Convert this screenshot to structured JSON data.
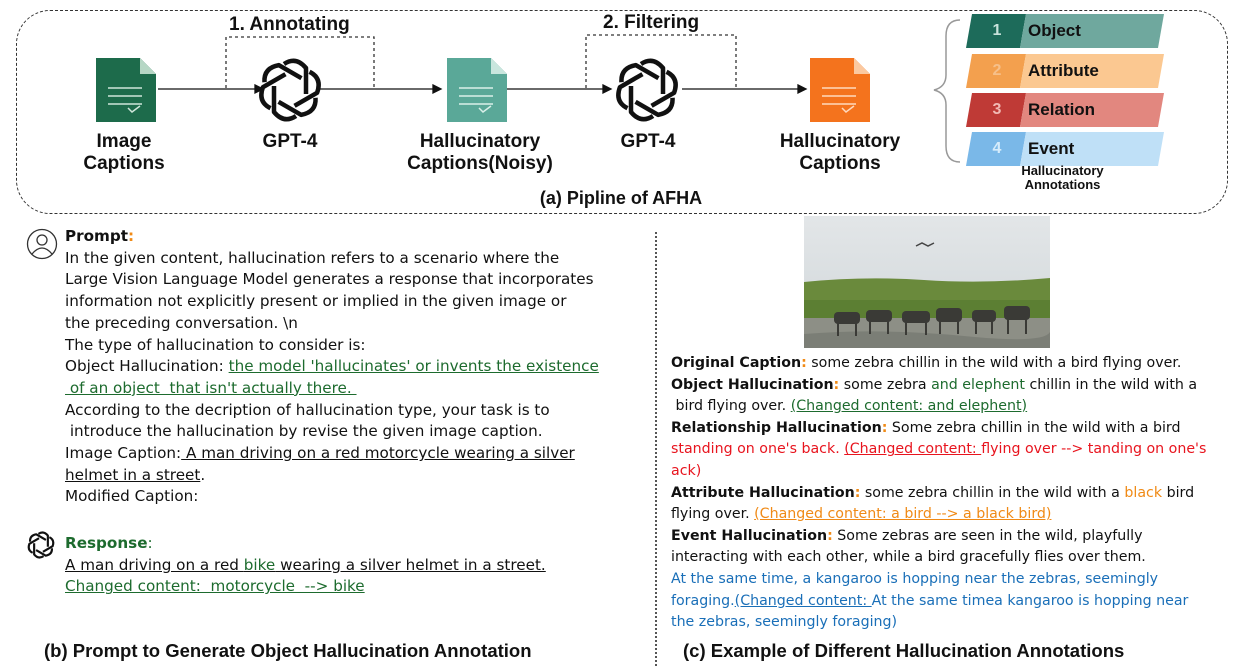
{
  "pipeline": {
    "step1": "1. Annotating",
    "step2": "2. Filtering",
    "node_image": "Image\nCaptions",
    "node_gpt4a": "GPT-4",
    "node_noisy": "Hallucinatory\nCaptions(Noisy)",
    "node_gpt4b": "GPT-4",
    "node_final": "Hallucinatory\nCaptions",
    "caption": "(a) Pipline of AFHA",
    "annotations_label": "Hallucinatory\nAnnotations",
    "tags": [
      {
        "num": "1",
        "label": "Object",
        "num_color": "#c9e3dc",
        "dark": "#1d6b5a",
        "light": "#6fa89e"
      },
      {
        "num": "2",
        "label": "Attribute",
        "num_color": "#f6c08a",
        "dark": "#f3a04e",
        "light": "#fbc891"
      },
      {
        "num": "3",
        "label": "Relation",
        "num_color": "#f1b9b4",
        "dark": "#bf3a36",
        "light": "#e2877f"
      },
      {
        "num": "4",
        "label": "Event",
        "num_color": "#d6ecfb",
        "dark": "#7ab8e8",
        "light": "#bfe0f7"
      }
    ]
  },
  "prompt_panel": {
    "prompt_title": "Prompt",
    "prompt_colon": ":",
    "lines": [
      "In the given content, hallucination refers to a scenario where the",
      "Large Vision Language Model generates a response that incorporates",
      "information not explicitly present or implied in the given image or",
      "the preceding conversation. \\n",
      "The type of hallucination to consider is:"
    ],
    "obj_hall_prefix": "Object Hallucination: ",
    "obj_hall_def_1": "the model 'hallucinates' or invents the existence",
    "obj_hall_def_2": " of an object  that isn't actually there. ",
    "task_1": "According to the decription of hallucination type, your task is to",
    "task_2": " introduce the hallucination by revise the given image caption.",
    "image_caption_prefix": "Image Caption:",
    "image_caption_1": " A man driving on a red motorcycle wearing a silver",
    "image_caption_2": "helmet in a street",
    "image_caption_end": ".",
    "modified_caption": "Modified Caption:",
    "response_title": "Response",
    "response_colon": ":",
    "response_a": "A man driving on a red ",
    "response_b": "bike",
    "response_c": " wearing a silver helmet in a street.",
    "changed": "Changed content:  motorcycle  --> bike",
    "caption": "(b) Prompt to Generate Object Hallucination Annotation"
  },
  "example_panel": {
    "original_label": "Original Caption",
    "original_text": " some zebra chillin in the wild with a bird flying over.",
    "object_label": "Object Hallucination",
    "object_text_a": " some zebra ",
    "object_text_b": "and elephent",
    "object_text_c": " chillin in the wild with a",
    "object_text_d": " bird flying over. ",
    "object_changed": "(Changed content: and elephent)",
    "relation_label": "Relationship Hallucination",
    "relation_text_a": " Some zebra chillin in the wild with a bird",
    "relation_text_b": "standing on one's back. ",
    "relation_changed_a": "(Changed content: ",
    "relation_changed_b": "flying over --> tanding on one's",
    "relation_changed_c": "ack)",
    "attribute_label": "Attribute Hallucination",
    "attribute_text_a": " some zebra chillin in the wild with a ",
    "attribute_text_b": "black",
    "attribute_text_c": " bird",
    "attribute_text_d": "flying over. ",
    "attribute_changed": "(Changed content: a bird --> a black bird)",
    "event_label": "Event Hallucination",
    "event_text_a": " Some zebras are seen in the wild, playfully",
    "event_text_b": "interacting with each other, while a bird gracefully flies over them.",
    "event_text_c": "At the same time, a kangaroo is hopping near the zebras, seemingly",
    "event_text_d": "foraging.",
    "event_changed_a": "(Changed content: ",
    "event_changed_b": "At the same timea kangaroo is hopping near",
    "event_changed_c": "the zebras, seemingly foraging)",
    "caption": "(c) Example of Different Hallucination Annotations"
  }
}
